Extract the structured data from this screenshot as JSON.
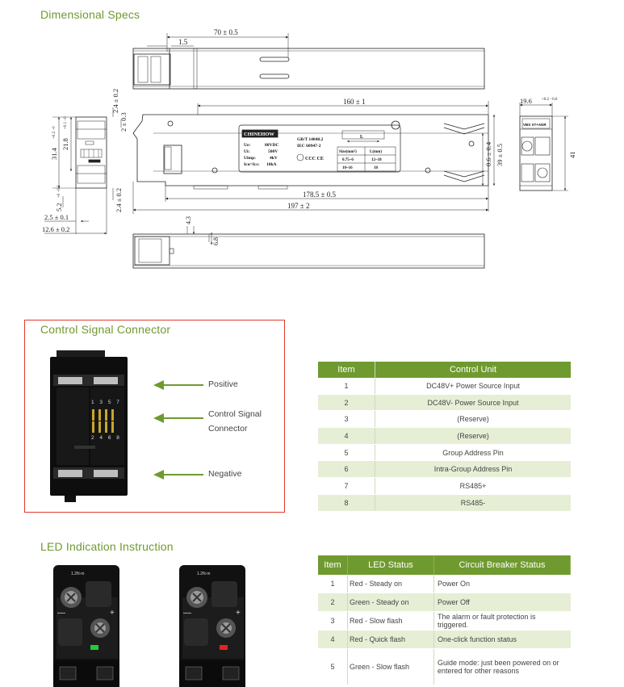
{
  "sections": {
    "dimensional": "Dimensional Specs",
    "control": "Control Signal Connector",
    "led": "LED Indication Instruction"
  },
  "dimensions": {
    "top_width": "70  ± 0.5",
    "top_offset": "1.5",
    "main_length": "160  ± 1",
    "length_inner": "178.5  ± 0.5",
    "length_total": "197  ± 2",
    "height_left": "31.4",
    "height_left_tol": "+0.2 −0",
    "h21": "21.8",
    "h21_tol": "+0.1 −0",
    "h2_4_top": "2.4  ± 0.2",
    "h2_top": "2  ± 0.3",
    "h5_2": "5.2",
    "h5_2_tol": "+0 −0.2",
    "h2_4_bot": "2.4  ± 0.2",
    "w2_5": "2.5  ± 0.1",
    "w12_6": "12.6  ± 0.2",
    "v4_3": "4.3",
    "v6_8": "6.8",
    "side_width": "19.6",
    "side_width_tol": "+0.2 −0.6",
    "side_h0_6": "0.6  ± 0.4",
    "side_h39": "39  ± 0.5",
    "side_h41": "41"
  },
  "nameplate": {
    "brand": "CHINEHOW",
    "rows": [
      [
        "Ue:",
        "80VDC"
      ],
      [
        "Ui:",
        "500V"
      ],
      [
        "Uimp:",
        "4kV"
      ],
      [
        "Icu=Ics:",
        "10kA"
      ]
    ],
    "std1": "GB/T 14048.2",
    "std2": "IEC 60947-2",
    "cert": "CCC CE",
    "l_label": "L",
    "size_head": "Size(mm²)",
    "l_head": "L(mm)",
    "size_rows": [
      [
        "0.75~6",
        "12~18"
      ],
      [
        "10~16",
        "18"
      ]
    ]
  },
  "side_view": {
    "label": "VBS XT+ADR"
  },
  "connector": {
    "positive": "Positive",
    "control_line1": "Control Signal",
    "control_line2": "Connector",
    "negative": "Negative",
    "pins_top": "1 3 5 7",
    "pins_bottom": "2 4 6 8"
  },
  "control_table": {
    "headers": [
      "Item",
      "Control Unit"
    ],
    "rows": [
      [
        "1",
        "DC48V+ Power Source Input"
      ],
      [
        "2",
        "DC48V- Power Source Input"
      ],
      [
        "3",
        "(Reserve)"
      ],
      [
        "4",
        "(Reserve)"
      ],
      [
        "5",
        "Group Address Pin"
      ],
      [
        "6",
        "Intra-Group Address Pin"
      ],
      [
        "7",
        "RS485+"
      ],
      [
        "8",
        "RS485-"
      ]
    ]
  },
  "led_table": {
    "headers": [
      "Item",
      "LED Status",
      "Circuit Breaker Status"
    ],
    "rows": [
      [
        "1",
        "Red - Steady on",
        "Power On"
      ],
      [
        "2",
        "Green - Steady on",
        "Power Off"
      ],
      [
        "3",
        "Red - Slow flash",
        "The alarm or fault protection is triggered."
      ],
      [
        "4",
        "Red - Quick flash",
        "One-click function status"
      ],
      [
        "5",
        "Green - Slow flash",
        "Guide mode: just been powered on or entered for other reasons"
      ]
    ]
  },
  "led_photos": {
    "torque": "1.2N·m",
    "left_led_color": "#25c93a",
    "right_led_color": "#e0251f"
  },
  "colors": {
    "accent": "#6f9a2f",
    "highlight_border": "#e23b2b"
  }
}
